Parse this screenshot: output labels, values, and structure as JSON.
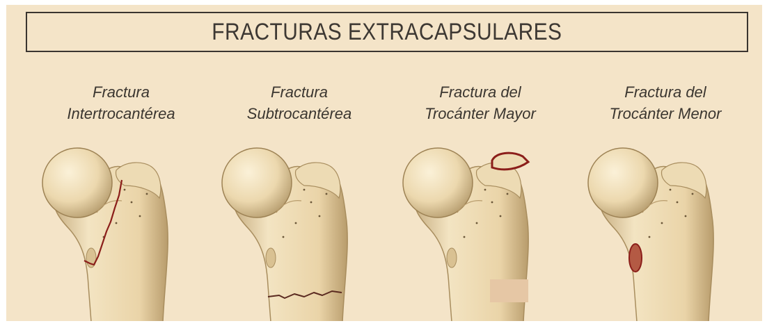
{
  "title": "FRACTURAS EXTRACAPSULARES",
  "panels": [
    {
      "line1": "Fractura",
      "line2": "Intertrocantérea",
      "fracture": "intertrochanteric"
    },
    {
      "line1": "Fractura",
      "line2": "Subtrocantérea",
      "fracture": "subtrochanteric"
    },
    {
      "line1": "Fractura del",
      "line2": "Trocánter Mayor",
      "fracture": "greater-trochanter"
    },
    {
      "line1": "Fractura del",
      "line2": "Trocánter Menor",
      "fracture": "lesser-trochanter"
    }
  ],
  "colors": {
    "background": "#f4e4c8",
    "bone": "#ecd8ae",
    "bone_shadow": "#b39a6c",
    "fracture": "#8b1e1a",
    "text": "#3b3630"
  }
}
